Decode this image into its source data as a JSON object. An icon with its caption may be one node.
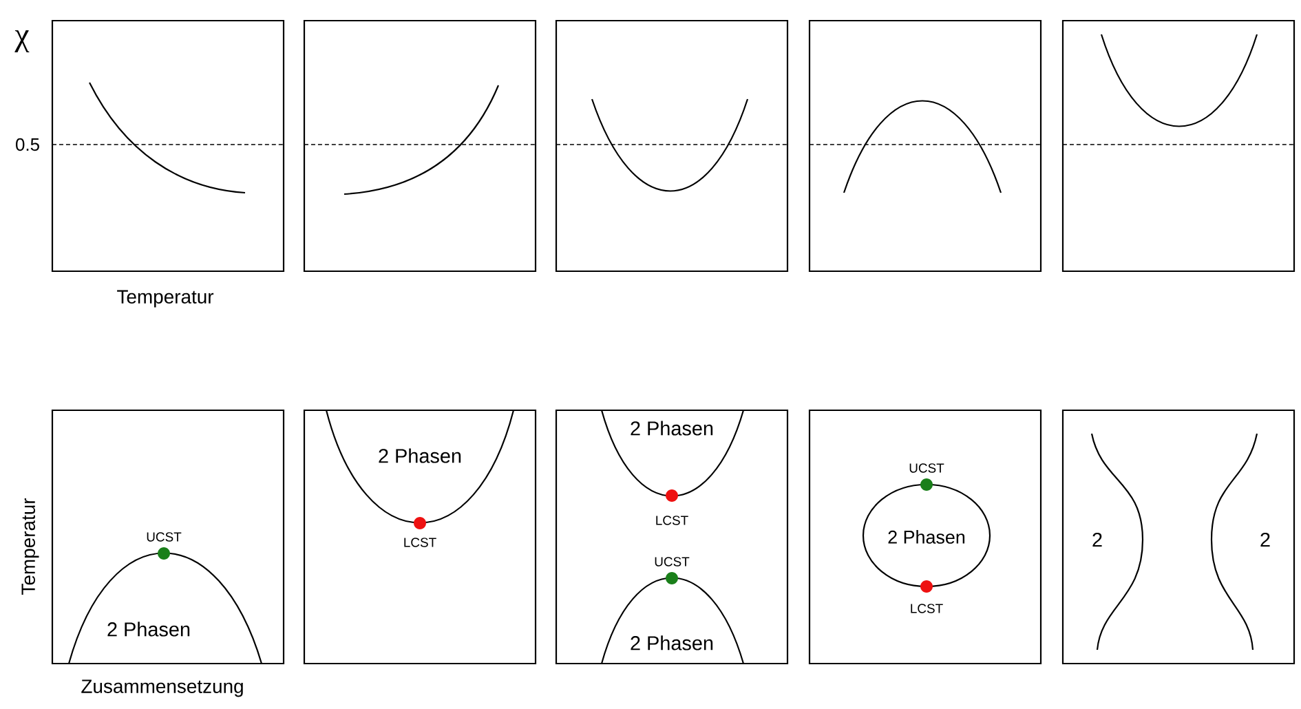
{
  "diagram": {
    "nodes": [
      {
        "text": [],
        "shape": "box"
      },
      {
        "text": [],
        "shape": "box"
      },
      {
        "text": [],
        "shape": "box"
      },
      {
        "text": [],
        "shape": "box"
      },
      {
        "text": [],
        "shape": "box"
      },
      {
        "text": [
          "UCST",
          "2 Phasen"
        ]
      },
      {
        "text": [
          "2 Phasen",
          "LCST"
        ]
      },
      {
        "text": [
          "2 Phasen",
          "LCST",
          "UCST",
          "2 Phasen"
        ]
      },
      {
        "text": [
          "UCST",
          "2 Phasen",
          "LCST"
        ]
      },
      {
        "text": [
          "2",
          "2"
        ]
      }
    ],
    "labels": [
      "χ",
      "0.5",
      "Temperatur",
      "Temperatur",
      "Zusammensetzung"
    ]
  }
}
